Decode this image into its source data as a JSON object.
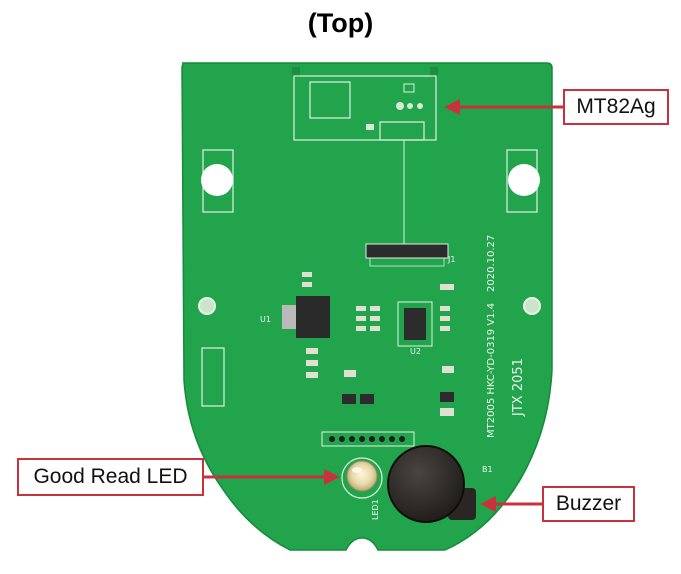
{
  "title": "(Top)",
  "callouts": {
    "mt82ag": "MT82Ag",
    "led": "Good Read LED",
    "buzzer": "Buzzer"
  },
  "silkscreen": {
    "board_id": "MT2005 HKC-YD-0319 V1.4",
    "date": "2020.10.27",
    "brand": "JTX 2051",
    "j1": "J1",
    "u1": "U1",
    "u2": "U2",
    "led1": "LED1",
    "b1": "B1"
  },
  "colors": {
    "pcb": "#21a44b",
    "callout_border": "#c9313d",
    "arrow": "#c9313d",
    "silkscreen": "#eef7ee"
  }
}
